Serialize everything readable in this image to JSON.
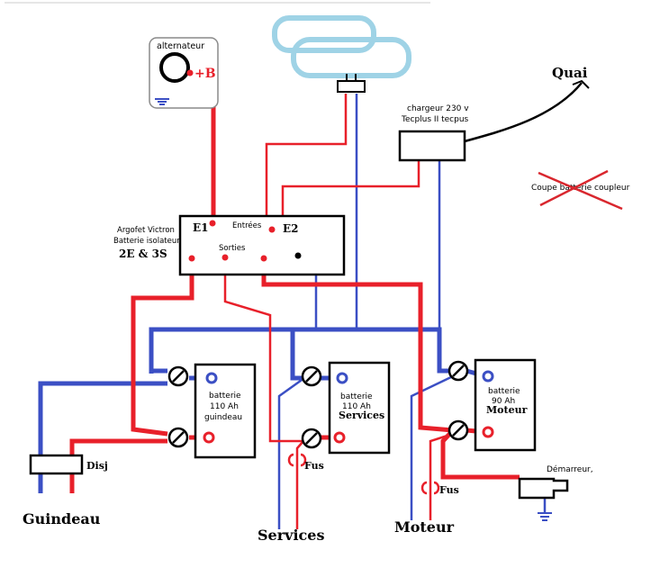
{
  "colors": {
    "red": "#e8202a",
    "blue": "#3b4fc4",
    "black": "#000000",
    "cyan": "#9fd3e6",
    "cross": "#d9272e"
  },
  "alternator": {
    "label": "alternateur",
    "plus": "+B"
  },
  "isolator": {
    "caption_line1": "Argofet Victron",
    "caption_line2": "Batterie isolateur",
    "caption_line3": "2E  & 3S",
    "inputs_label": "Entrées",
    "outputs_label": "Sorties",
    "e1": "E1",
    "e2": "E2"
  },
  "charger": {
    "line1": "chargeur 230 v",
    "line2": "Tecplus II tecpus"
  },
  "quai": "Quai",
  "coupler": {
    "label": "Coupe batterie coupleur"
  },
  "batteries": {
    "guindeau": {
      "line1": "batterie",
      "line2": "110 Ah",
      "line3": "guindeau"
    },
    "services": {
      "line1": "batterie",
      "line2": "110 Ah",
      "line3": "Services"
    },
    "moteur": {
      "line1": "batterie",
      "line2": "90 Ah",
      "line3": "Moteur"
    }
  },
  "disj": "Disj",
  "fus_services": "Fus",
  "fus_moteur": "Fus",
  "starter": "Démarreur,",
  "outputs": {
    "guindeau": "Guindeau",
    "services": "Services",
    "moteur": "Moteur"
  }
}
